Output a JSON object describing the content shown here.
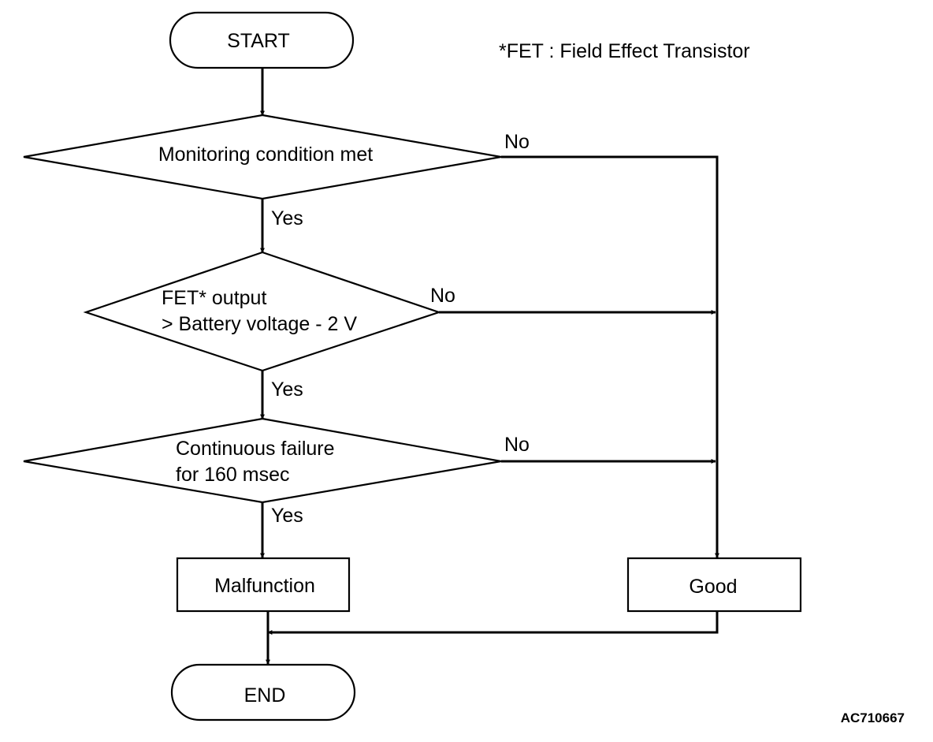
{
  "note": "*FET : Field Effect Transistor",
  "figure_code": "AC710667",
  "nodes": {
    "start": "START",
    "decision1": "Monitoring condition met",
    "decision2_line1": "FET* output",
    "decision2_line2": "> Battery voltage - 2 V",
    "decision3_line1": "Continuous failure",
    "decision3_line2": "for 160 msec",
    "malfunction": "Malfunction",
    "good": "Good",
    "end": "END"
  },
  "edges": {
    "yes": "Yes",
    "no": "No"
  }
}
